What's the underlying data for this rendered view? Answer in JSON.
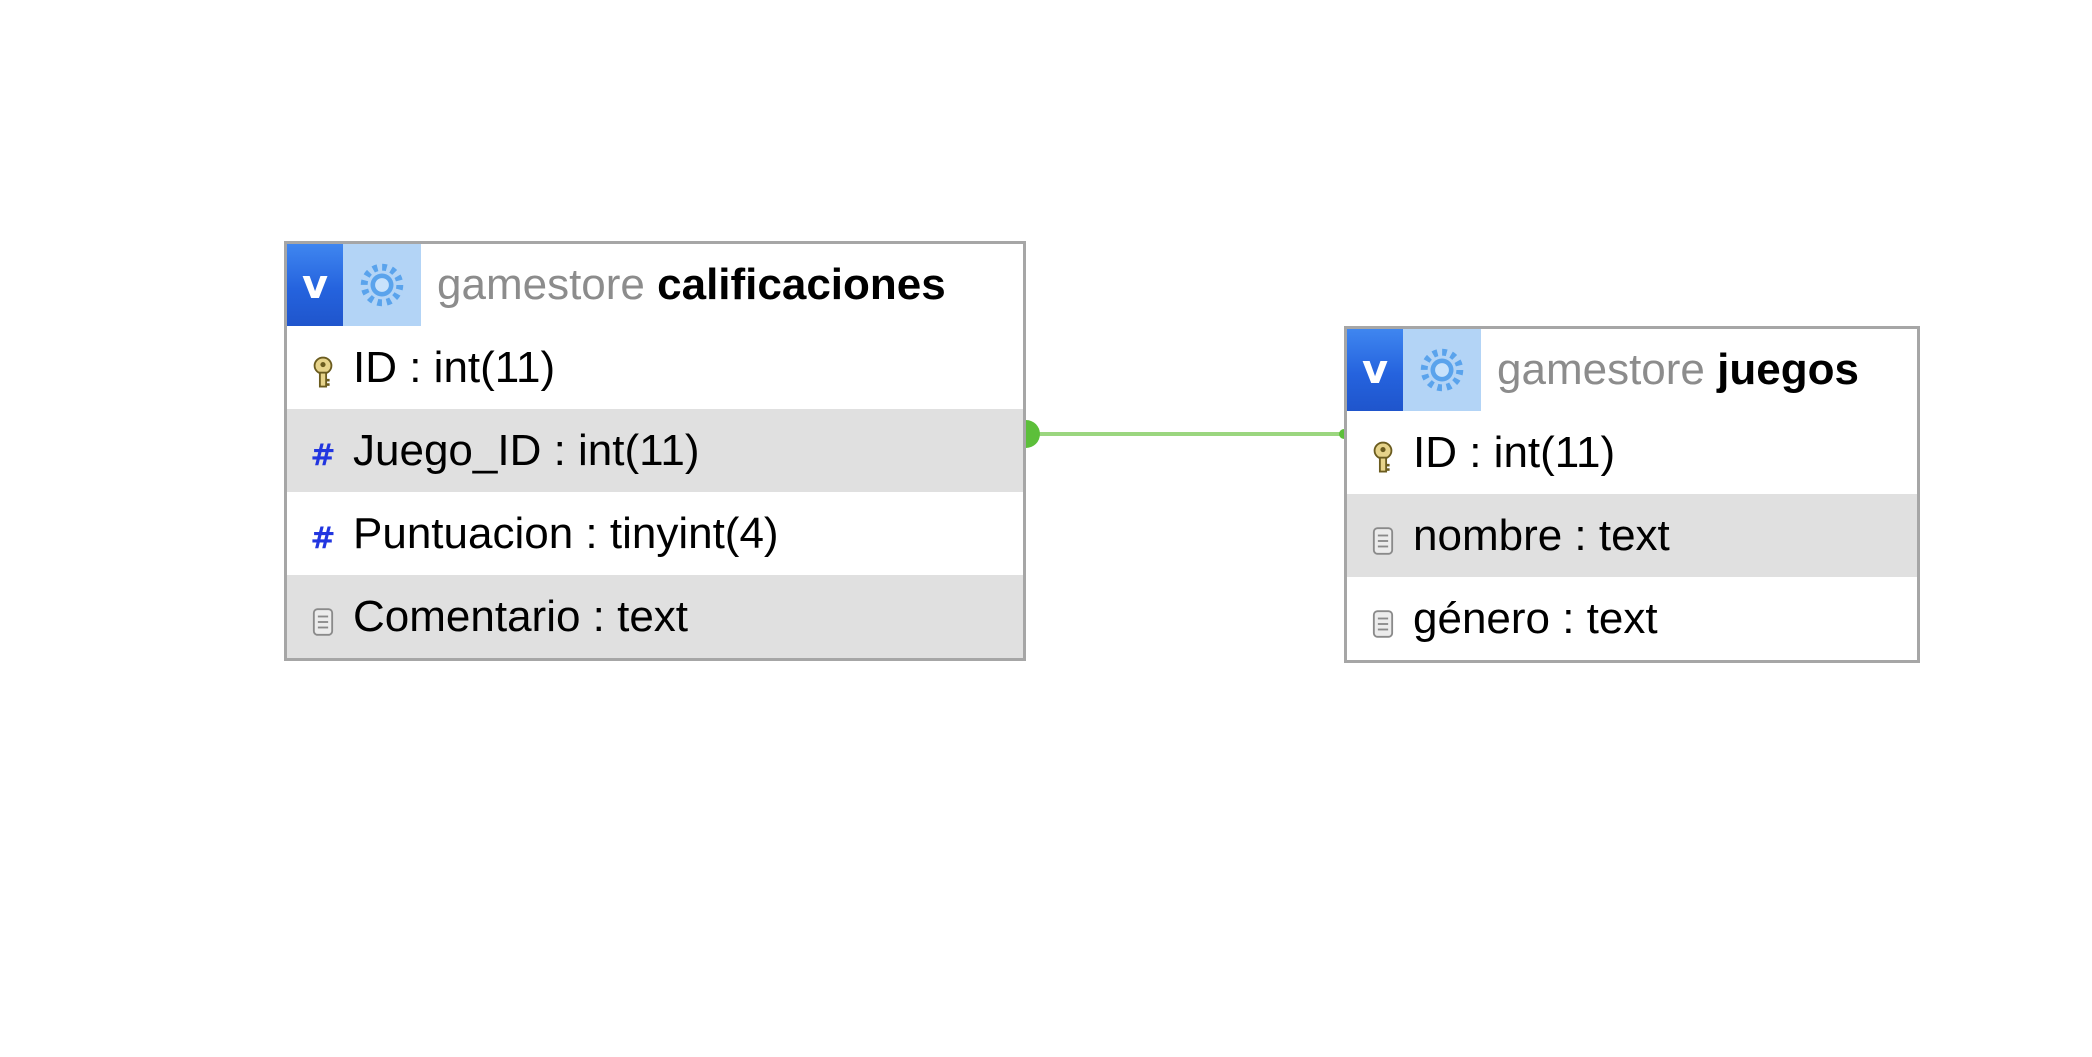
{
  "tables": [
    {
      "schema": "gamestore",
      "name": "calificaciones",
      "toggle_label": "v",
      "columns": [
        {
          "label": "ID : int(11)",
          "icon": "primary-key-icon",
          "shaded": false
        },
        {
          "label": "Juego_ID : int(11)",
          "icon": "numeric-column-icon",
          "shaded": true
        },
        {
          "label": "Puntuacion : tinyint(4)",
          "icon": "numeric-column-icon",
          "shaded": false
        },
        {
          "label": "Comentario : text",
          "icon": "text-column-icon",
          "shaded": true
        }
      ]
    },
    {
      "schema": "gamestore",
      "name": "juegos",
      "toggle_label": "v",
      "columns": [
        {
          "label": "ID : int(11)",
          "icon": "primary-key-icon",
          "shaded": false
        },
        {
          "label": "nombre : text",
          "icon": "text-column-icon",
          "shaded": true
        },
        {
          "label": "género : text",
          "icon": "text-column-icon",
          "shaded": false
        }
      ]
    }
  ],
  "relations": [
    {
      "from": "calificaciones.Juego_ID",
      "to": "juegos.ID",
      "color": "#9bd67f",
      "end_color": "#5cbf3a"
    }
  ],
  "colors": {
    "header_toggle": "#2563de",
    "header_options": "#b3d4f6",
    "row_shade": "#e0e0e0",
    "border": "#a6a6a6",
    "schema_text": "#8c8c8c"
  }
}
